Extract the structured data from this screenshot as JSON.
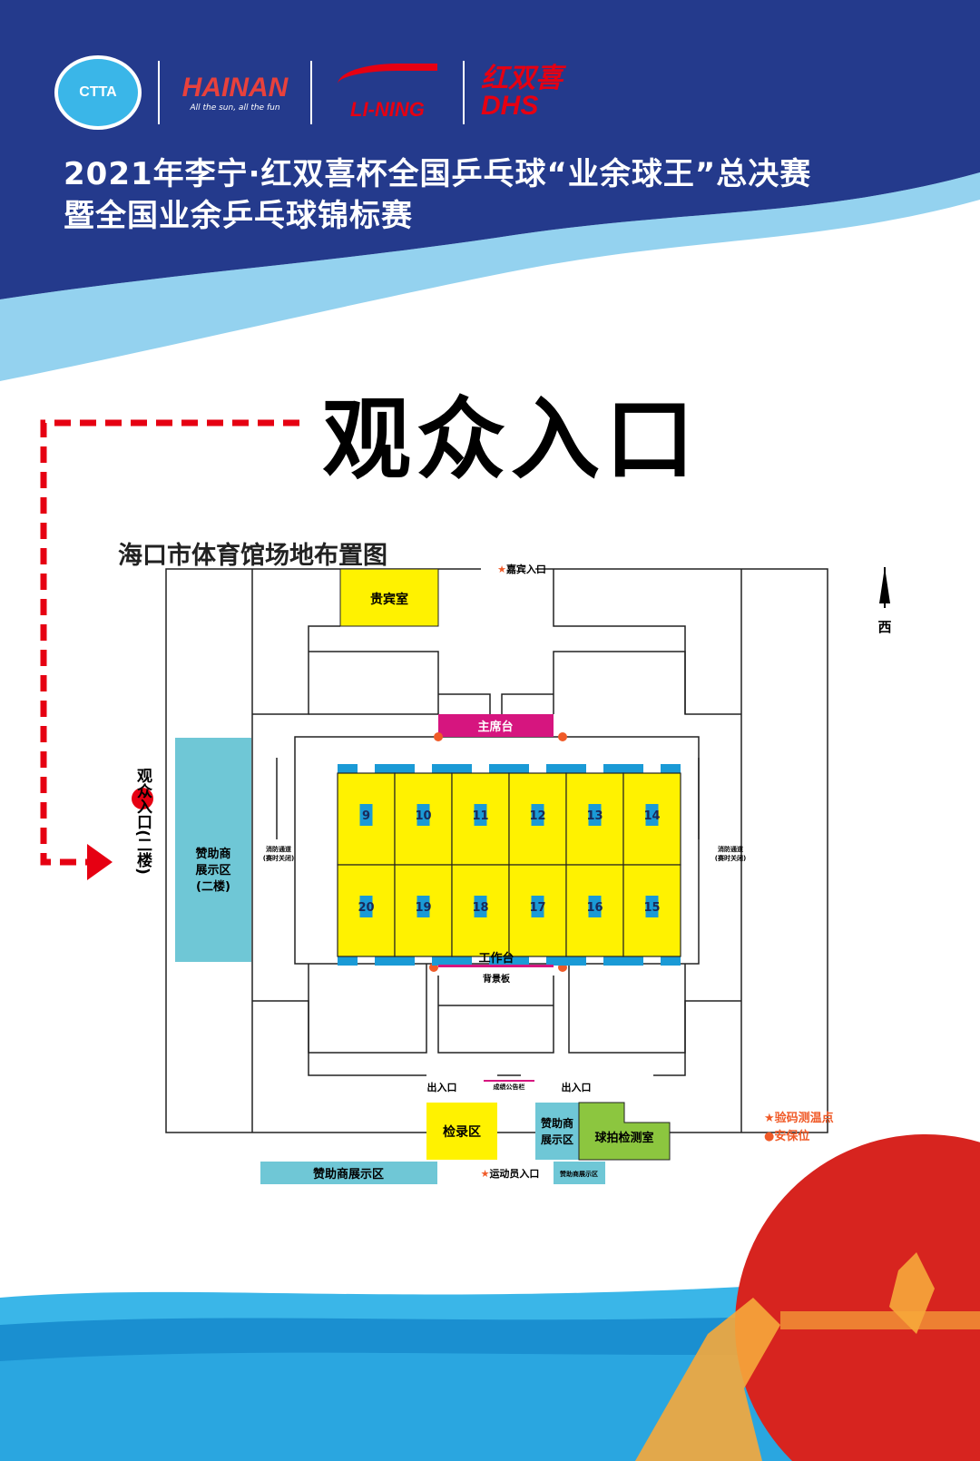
{
  "header": {
    "logos": [
      "CTTA",
      "HAINAN",
      "LI-NING",
      "红双喜 DHS"
    ],
    "hainan_tagline": "All the sun, all the fun",
    "title_line1": "2021年李宁·红双喜杯全国乒乓球“业余球王”总决赛",
    "title_line2": "暨全国业余乒乓球锦标赛"
  },
  "entrance_sign": "观众入口",
  "plan": {
    "title": "海口市体育馆场地布置图",
    "compass_label": "西",
    "vip_entrance": "嘉宾入口",
    "vip_room": "贵宾室",
    "main_platform": "主席台",
    "courts_top": [
      "9",
      "10",
      "11",
      "12",
      "13",
      "14"
    ],
    "courts_bottom": [
      "20",
      "19",
      "18",
      "17",
      "16",
      "15"
    ],
    "work_desk": "工作台",
    "backdrop": "背景板",
    "fire_lane": "消防通道",
    "fire_lane_note": "(赛时关闭)",
    "exit": "出入口",
    "results_board": "成绩公告栏",
    "checkin": "检录区",
    "sponsor_area": "赞助商展示区",
    "sponsor_area_2f_l1": "赞助商",
    "sponsor_area_2f_l2": "展示区",
    "sponsor_area_2f_l3": "(二楼)",
    "sponsor_small_l1": "赞助商",
    "sponsor_small_l2": "展示区",
    "racket_check": "球拍检测室",
    "athlete_entrance": "运动员入口",
    "sponsor_tiny": "赞助商展示区",
    "audience_entrance_2f": "观众入口(二楼)",
    "legend_star": "★验码测温点",
    "legend_dot": "●安保位"
  },
  "colors": {
    "navy": "#243a8c",
    "yellow": "#fff200",
    "cyan": "#6fc7d6",
    "magenta": "#d6157f",
    "court_blue": "#1a9ad6",
    "green": "#8cc63f",
    "red": "#e60012",
    "orange": "#f05a28"
  }
}
